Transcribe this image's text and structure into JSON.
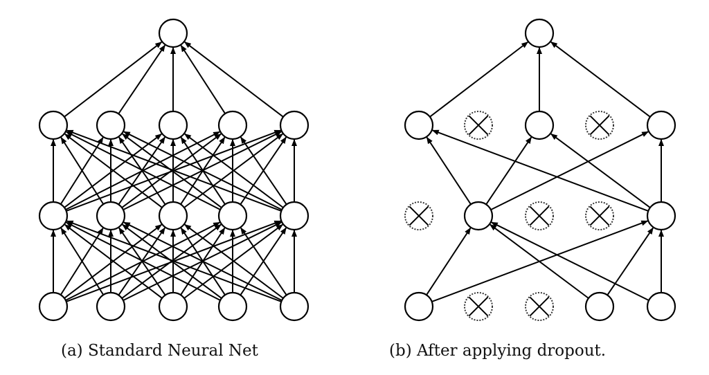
{
  "figure": {
    "caption_a": "(a) Standard Neural Net",
    "caption_b": "(b) After applying dropout."
  },
  "networks": [
    {
      "id": "standard",
      "layers": [
        [
          "i1",
          "i2",
          "i3",
          "i4",
          "i5"
        ],
        [
          "h1a",
          "h1b",
          "h1c",
          "h1d",
          "h1e"
        ],
        [
          "h2a",
          "h2b",
          "h2c",
          "h2d",
          "h2e"
        ],
        [
          "out"
        ]
      ],
      "dropped": [],
      "fully_connected": true
    },
    {
      "id": "dropout",
      "layers": [
        [
          "i1",
          "i2",
          "i3",
          "i4",
          "i5"
        ],
        [
          "h1a",
          "h1b",
          "h1c",
          "h1d",
          "h1e"
        ],
        [
          "h2a",
          "h2b",
          "h2c",
          "h2d",
          "h2e"
        ],
        [
          "out"
        ]
      ],
      "dropped": [
        "i2",
        "i3",
        "h1a",
        "h1c",
        "h1d",
        "h2b",
        "h2d"
      ],
      "fully_connected": false,
      "edges": [
        [
          "i1",
          "h1b"
        ],
        [
          "i1",
          "h1e"
        ],
        [
          "i4",
          "h1b"
        ],
        [
          "i4",
          "h1e"
        ],
        [
          "i5",
          "h1b"
        ],
        [
          "i5",
          "h1e"
        ],
        [
          "h1b",
          "h2a"
        ],
        [
          "h1b",
          "h2c"
        ],
        [
          "h1b",
          "h2e"
        ],
        [
          "h1e",
          "h2a"
        ],
        [
          "h1e",
          "h2c"
        ],
        [
          "h1e",
          "h2e"
        ],
        [
          "h2a",
          "out"
        ],
        [
          "h2c",
          "out"
        ],
        [
          "h2e",
          "out"
        ]
      ]
    }
  ],
  "colors": {
    "stroke": "#000000",
    "dropped_stroke": "#333333",
    "fill": "#ffffff"
  }
}
